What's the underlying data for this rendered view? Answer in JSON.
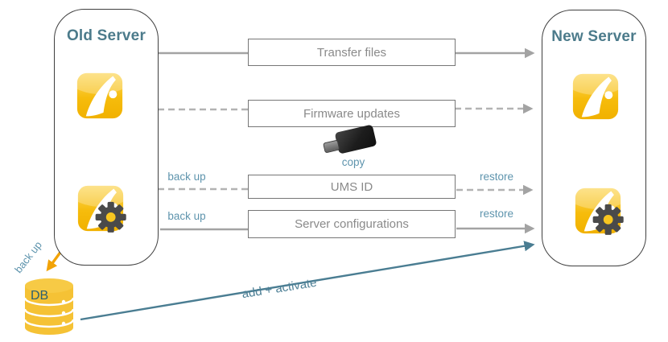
{
  "panels": {
    "old": {
      "title": "Old Server"
    },
    "new": {
      "title": "New Server"
    }
  },
  "flow_rows": [
    {
      "label": "Transfer files",
      "style": "solid"
    },
    {
      "label": "Firmware updates",
      "style": "dashed"
    },
    {
      "label": "UMS ID",
      "style": "dashed",
      "left_label": "back up",
      "right_label": "restore"
    },
    {
      "label": "Server configurations",
      "style": "solid",
      "left_label": "back up",
      "right_label": "restore"
    }
  ],
  "usb": {
    "caption": "copy"
  },
  "database": {
    "label": "DB",
    "arrow_label": "back up"
  },
  "bottom_arrow": {
    "label": "add + activate"
  },
  "icons": {
    "old_top": "igel-ums-icon",
    "old_bottom": "igel-ums-gear-icon",
    "new_top": "igel-ums-icon",
    "new_bottom": "igel-ums-gear-icon"
  },
  "colors": {
    "heading_teal": "#4c7b8b",
    "label_blue": "#5e94ad",
    "teal_arrow": "#4a7d92",
    "gray_line": "#a3a3a3",
    "box_border": "#767676",
    "box_text": "#8a8a8a",
    "orange": "#f2a307",
    "icon_yellow": "#f6bc0c",
    "gear_gray": "#4a4a4a",
    "db_yellow": "#f5c235"
  }
}
